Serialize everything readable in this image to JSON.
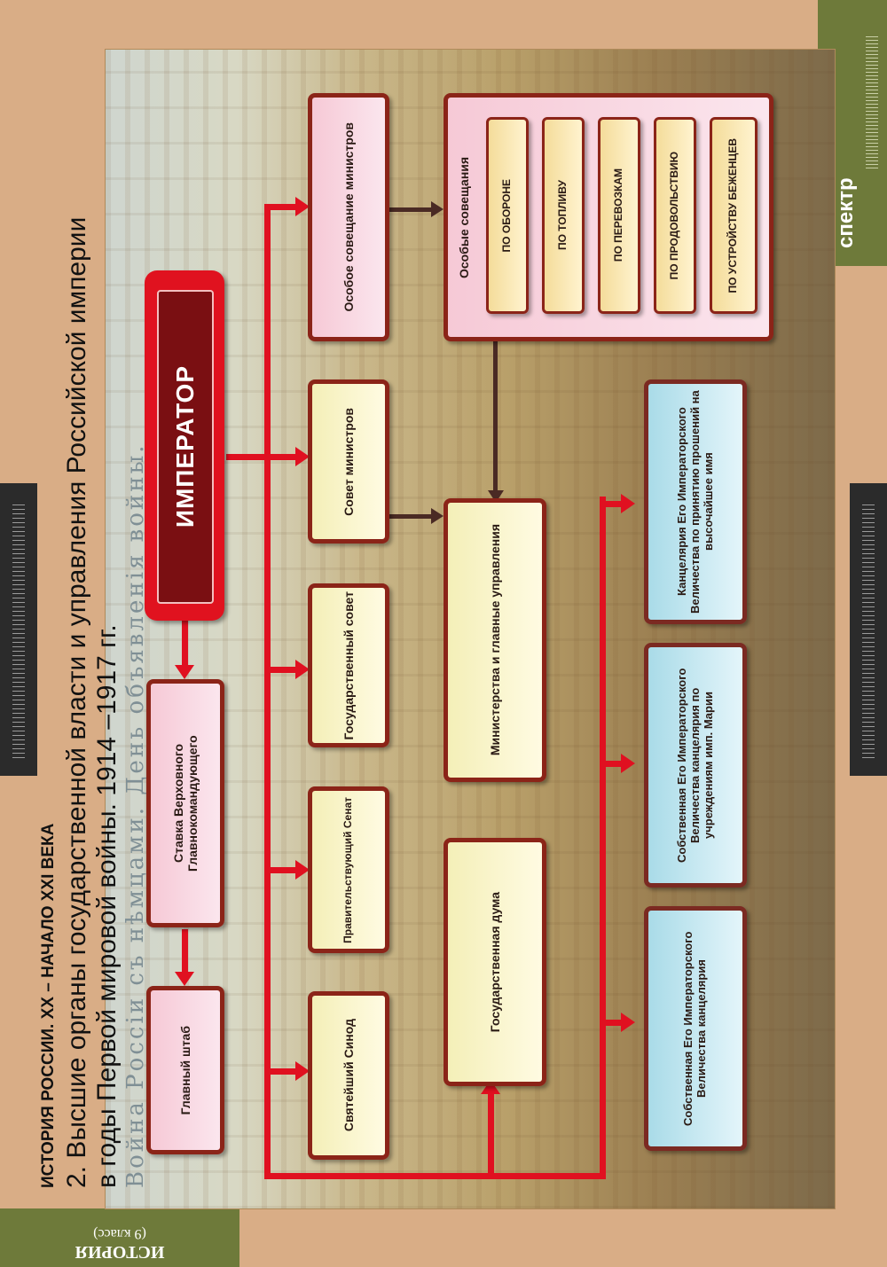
{
  "header": {
    "series": "ИСТОРИЯ РОССИИ. XX – НАЧАЛО XXI ВЕКА",
    "title_line1": "2. Высшие органы государственной власти и управления Российской империи",
    "title_line2": "в годы Первой мировой войны. 1914 –1917 гг.",
    "painting_caption": "Война Россiи съ нѣмцами. День объявленія войны."
  },
  "corner_label": {
    "subject": "ИСТОРИЯ",
    "grade": "(9 класс)"
  },
  "publisher": {
    "logo": "спектр"
  },
  "diagram": {
    "emperor": "ИМПЕРАТОР",
    "stavka": "Ставка Верховного Главнокомандующего",
    "general_staff": "Главный штаб",
    "special_meeting_ministers": "Особое совещание министров",
    "council_ministers": "Совет министров",
    "state_council": "Государственный совет",
    "senate": "Правительствующий Сенат",
    "synod": "Святейший Синод",
    "ministries": "Министерства и главные управления",
    "state_duma": "Государственная дума",
    "special_meetings": {
      "title": "Особые совещания",
      "items": [
        "ПО ОБОРОНЕ",
        "ПО ТОПЛИВУ",
        "ПО ПЕРЕВОЗКАМ",
        "ПО ПРОДОВОЛЬСТВИЮ",
        "ПО УСТРОЙСТВУ БЕЖЕНЦЕВ"
      ]
    },
    "chancellery_petitions": "Канцелярия Его Императорского Величества по принятию прошений на высочайшее имя",
    "chancellery_maria": "Собственная Его Императорского Величества канцелярия по учреждениям имп. Марии",
    "chancellery_own": "Собственная Его Императорского Величества канцелярия"
  }
}
